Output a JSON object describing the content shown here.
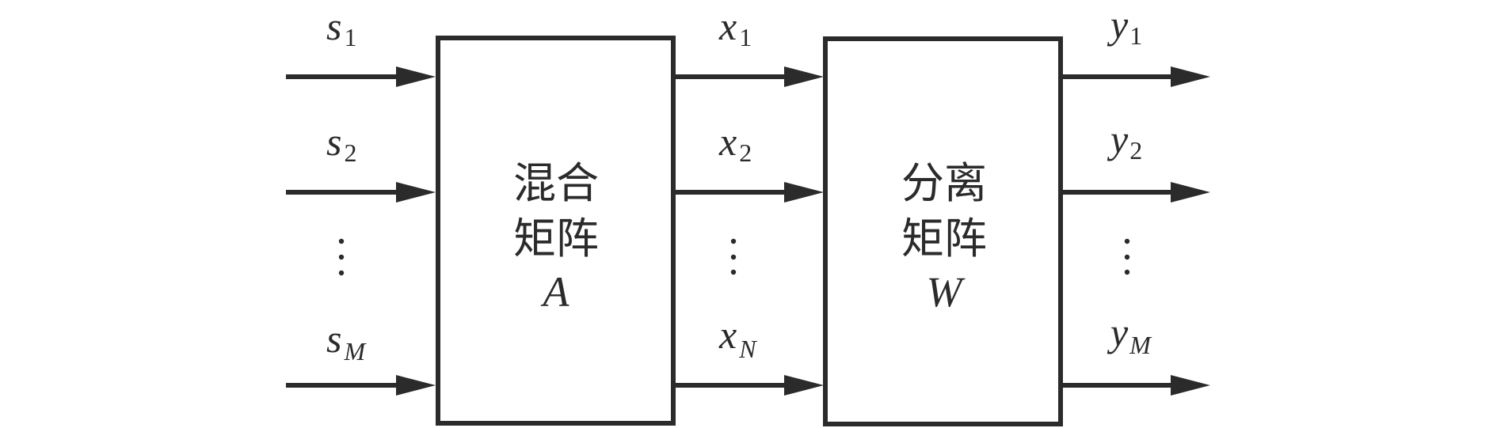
{
  "diagram": {
    "type": "block-diagram",
    "description": "Blind source separation: sources pass through mixing matrix A, then separation matrix W",
    "colors": {
      "stroke": "#2b2b2b",
      "background": "#ffffff"
    },
    "blocks": [
      {
        "id": "mixing",
        "line1": "混合",
        "line2": "矩阵",
        "symbol": "A"
      },
      {
        "id": "separation",
        "line1": "分离",
        "line2": "矩阵",
        "symbol": "W"
      }
    ],
    "inputs": [
      {
        "base": "s",
        "sub": "1",
        "sub_italic": false
      },
      {
        "base": "s",
        "sub": "2",
        "sub_italic": false
      },
      {
        "base": "s",
        "sub": "M",
        "sub_italic": true
      }
    ],
    "mixed": [
      {
        "base": "x",
        "sub": "1",
        "sub_italic": false
      },
      {
        "base": "x",
        "sub": "2",
        "sub_italic": false
      },
      {
        "base": "x",
        "sub": "N",
        "sub_italic": true
      }
    ],
    "outputs": [
      {
        "base": "y",
        "sub": "1",
        "sub_italic": false
      },
      {
        "base": "y",
        "sub": "2",
        "sub_italic": false
      },
      {
        "base": "y",
        "sub": "M",
        "sub_italic": true
      }
    ],
    "ellipsis": "⋮"
  }
}
